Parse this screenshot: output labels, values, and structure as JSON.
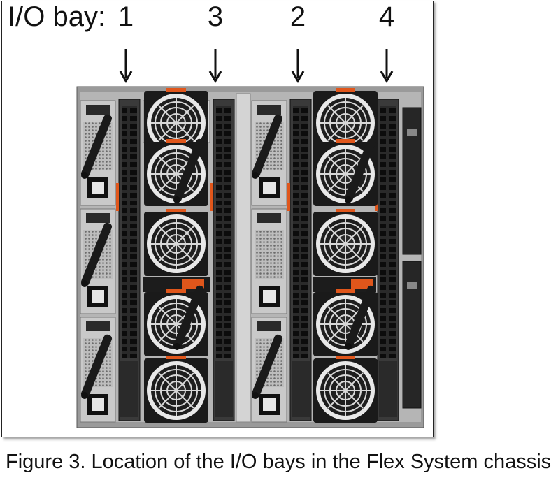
{
  "figure": {
    "header_label": "I/O bay:",
    "bay_labels": [
      "1",
      "3",
      "2",
      "4"
    ],
    "caption": "Figure 3. Location of the I/O bays in the Flex System chassis"
  }
}
